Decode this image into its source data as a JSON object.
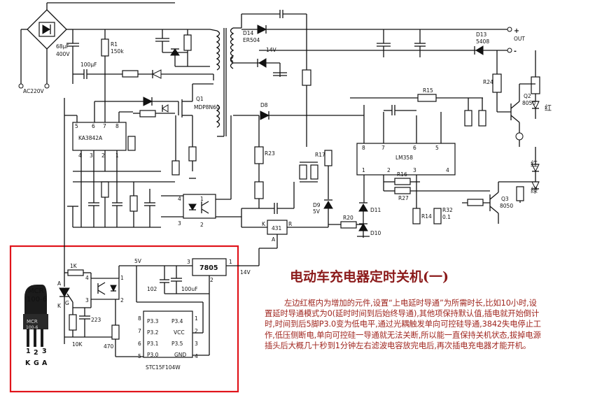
{
  "title": "电动车充电器定时关机(一)",
  "note": "左边红框内为增加的元件,设置“上电延时导通”为所需时长,比如10小时,设置延时导通模式为0(延时时间到后始终导通),其他项保持默认值,插电就开始倒计时,时间到后5脚P3.0变为低电平,通过光耦触发单向可控硅导通,3842失电停止工作,低压侧断电,单向可控硅一导通就无法关断,所以能一直保持关机状态,拔掉电源插头后大概几十秒到1分钟左右滤波电容放完电后,再次插电充电器才能开机。",
  "labels": {
    "ac": "AC220V",
    "c_bulk": "68μF",
    "c_bulk_v": "400V",
    "r1": "R1",
    "r1_val": "150k",
    "c_vcc": "100μF",
    "ic_pwm": "KA3842A",
    "q1": "Q1",
    "q1_part": "MDP8N60",
    "d14": "D14",
    "d14_part": "ER504",
    "v14": "14V",
    "d8": "D8",
    "d13": "D13",
    "d13_part": "5408",
    "out": "OUT",
    "plus": "+",
    "minus": "-",
    "r15": "R15",
    "r24": "R24",
    "q2": "Q2",
    "q2_part": "8050",
    "hong1": "红",
    "hong2": "红",
    "lv": "绿",
    "q3": "Q3",
    "q3_part": "8050",
    "ic_op": "LM358",
    "r23": "R23",
    "r17": "R17",
    "r16": "R16",
    "r27": "R27",
    "r14": "R14",
    "r32": "R32",
    "r32_val": "0.1",
    "r20": "R20",
    "d9": "D9",
    "d9_v": "5V",
    "d11": "D11",
    "d10": "D10",
    "u431": "431",
    "pin_k": "K",
    "pin_r": "R",
    "pin_a": "A",
    "r1k": "1K",
    "r10k": "10K",
    "c223": "223",
    "r470": "470",
    "v5": "5V",
    "reg": "7805",
    "c102": "102",
    "c100u": "100uF",
    "v14b": "14V",
    "mcu": "STC15F104W",
    "mcr": "MCR",
    "mcr_part": "100-6",
    "mcr_mark": "MCR",
    "mcr_mark2": "100-6",
    "scr_a": "A",
    "scr_k": "K",
    "scr_g": "G",
    "p33": "P3.3",
    "p32": "P3.2",
    "p31": "P3.1",
    "p30": "P3.0",
    "p34": "P3.4",
    "vcc": "VCC",
    "p35": "P3.5",
    "gnd": "GND",
    "pin_k_bot": "K",
    "pin_g_bot": "G",
    "pin_a_bot": "A"
  }
}
